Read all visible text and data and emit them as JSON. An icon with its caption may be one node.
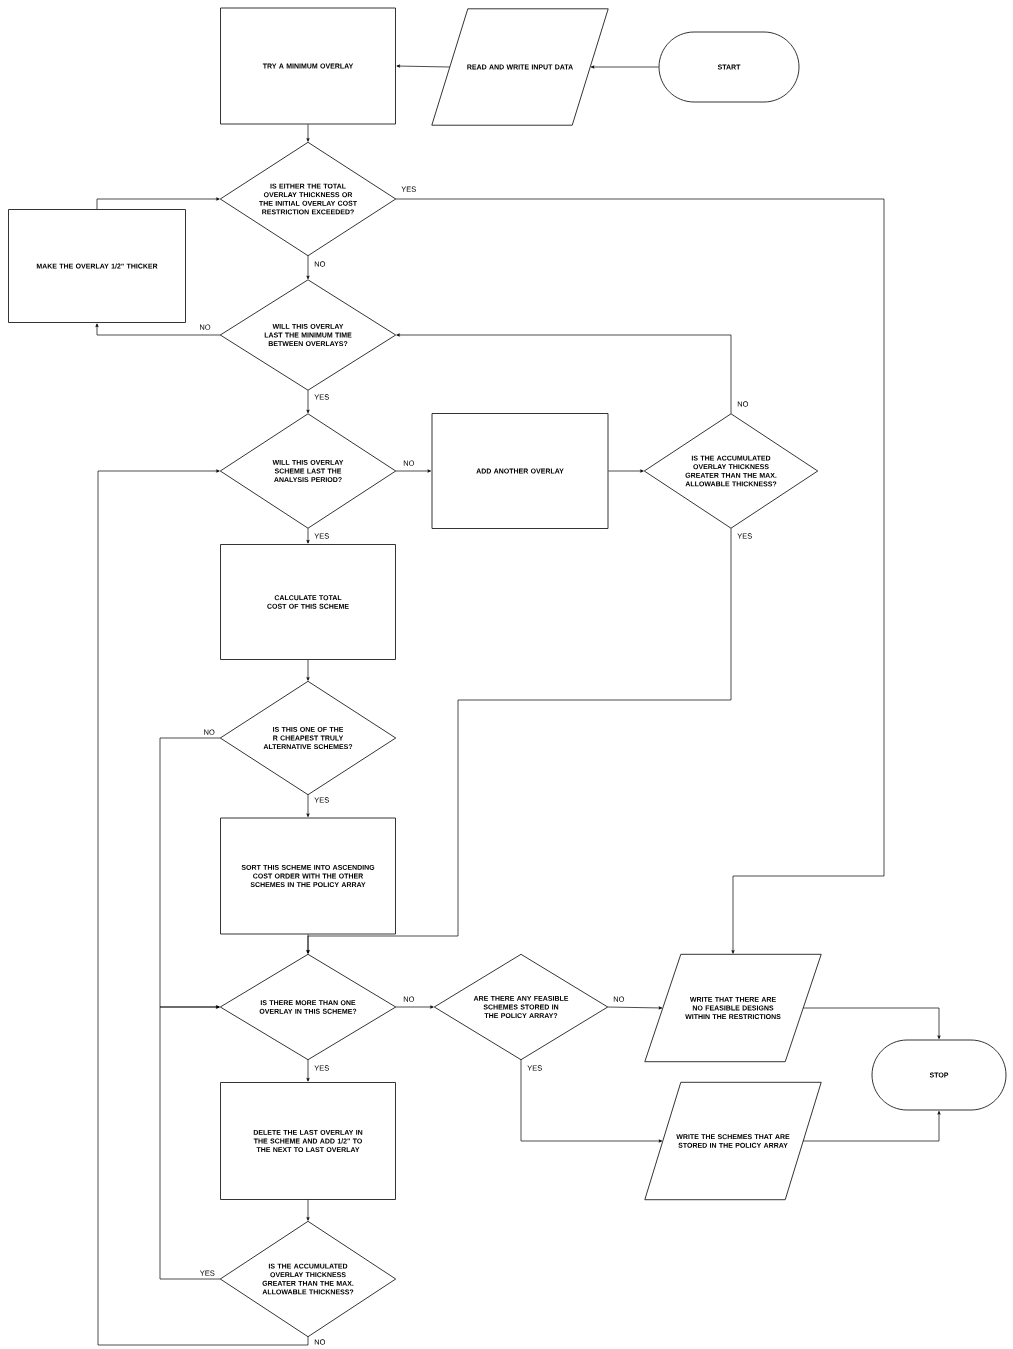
{
  "diagram": {
    "nodes": [
      {
        "text": [
          "START"
        ]
      },
      {
        "text": [
          "READ AND WRITE INPUT DATA"
        ]
      },
      {
        "text": [
          "TRY A MINIMUM OVERLAY"
        ]
      },
      {
        "text": [
          "IS EITHER THE TOTAL OVERLAY THICKNESS OR THE INITIAL OVERLAY COST RESTRICTION EXCEEDED?"
        ]
      },
      {
        "text": [
          "MAKE THE OVERLAY 1/2\" THICKER"
        ]
      },
      {
        "text": [
          "WILL THIS OVERLAY LAST THE MINIMUM TIME BETWEEN OVERLAYS?"
        ]
      },
      {
        "text": [
          "WILL THIS OVERLAY SCHEME LAST THE ANALYSIS PERIOD?"
        ]
      },
      {
        "text": [
          "ADD ANOTHER OVERLAY"
        ]
      },
      {
        "text": [
          "IS THE ACCUMULATED OVERLAY THICKNESS GREATER THAN THE MAX. ALLOWABLE THICKNESS?"
        ]
      },
      {
        "text": [
          "CALCULATE TOTAL COST OF THIS SCHEME"
        ]
      },
      {
        "text": [
          "IS THIS ONE OF THE R CHEAPEST TRULY ALTERNATIVE SCHEMES?"
        ]
      },
      {
        "text": [
          "SORT THIS SCHEME INTO ASCENDING COST ORDER WITH THE OTHER SCHEMES IN THE POLICY ARRAY"
        ]
      },
      {
        "text": [
          "IS THERE MORE THAN ONE OVERLAY IN THIS SCHEME?"
        ]
      },
      {
        "text": [
          "ARE THERE ANY FEASIBLE SCHEMES STORED IN THE POLICY ARRAY?"
        ]
      },
      {
        "text": [
          "WRITE THAT THERE ARE NO FEASIBLE DESIGNS WITHIN THE RESTRICTIONS"
        ]
      },
      {
        "text": [
          "STOP"
        ]
      },
      {
        "text": [
          "WRITE THE SCHEMES THAT ARE STORED IN THE POLICY ARRAY"
        ]
      },
      {
        "text": [
          "DELETE THE LAST OVERLAY IN THE SCHEME AND ADD 1/2\" TO THE NEXT TO LAST OVERLAY"
        ]
      },
      {
        "text": [
          "IS THE ACCUMULATED OVERLAY THICKNESS GREATER THAN THE MAX. ALLOWABLE THICKNESS?"
        ]
      }
    ],
    "edges": [
      {
        "from": 0,
        "to": 1,
        "arrow": "to"
      },
      {
        "from": 1,
        "to": 2,
        "arrow": "to"
      },
      {
        "from": 2,
        "to": 3,
        "arrow": "to"
      },
      {
        "from": 3,
        "to": 5,
        "arrow": "to",
        "label": "NO"
      },
      {
        "from": 5,
        "to": 4,
        "arrow": "to",
        "label": "NO"
      },
      {
        "from": 4,
        "to": 3,
        "arrow": "to"
      },
      {
        "from": 3,
        "to": 14,
        "arrow": "to",
        "label": "YES"
      },
      {
        "from": 5,
        "to": 6,
        "arrow": "to",
        "label": "YES"
      },
      {
        "from": 6,
        "to": 7,
        "arrow": "to",
        "label": "NO"
      },
      {
        "from": 7,
        "to": 8,
        "arrow": "to"
      },
      {
        "from": 8,
        "to": 5,
        "arrow": "to",
        "label": "NO"
      },
      {
        "from": 8,
        "to": 12,
        "arrow": "to",
        "label": "YES"
      },
      {
        "from": 6,
        "to": 9,
        "arrow": "to",
        "label": "YES"
      },
      {
        "from": 9,
        "to": 10,
        "arrow": "to"
      },
      {
        "from": 10,
        "to": 11,
        "arrow": "to",
        "label": "YES"
      },
      {
        "from": 10,
        "to": 12,
        "arrow": "to",
        "label": "NO"
      },
      {
        "from": 11,
        "to": 12,
        "arrow": "to"
      },
      {
        "from": 12,
        "to": 13,
        "arrow": "to",
        "label": "NO"
      },
      {
        "from": 12,
        "to": 17,
        "arrow": "to",
        "label": "YES"
      },
      {
        "from": 13,
        "to": 14,
        "arrow": "to",
        "label": "NO"
      },
      {
        "from": 13,
        "to": 16,
        "arrow": "to",
        "label": "YES"
      },
      {
        "from": 14,
        "to": 15,
        "arrow": "to"
      },
      {
        "from": 16,
        "to": 15,
        "arrow": "to"
      },
      {
        "from": 17,
        "to": 18,
        "arrow": "to"
      },
      {
        "from": 18,
        "to": 12,
        "arrow": "to",
        "label": "YES"
      },
      {
        "from": 18,
        "to": 6,
        "arrow": "to",
        "label": "NO"
      }
    ]
  }
}
